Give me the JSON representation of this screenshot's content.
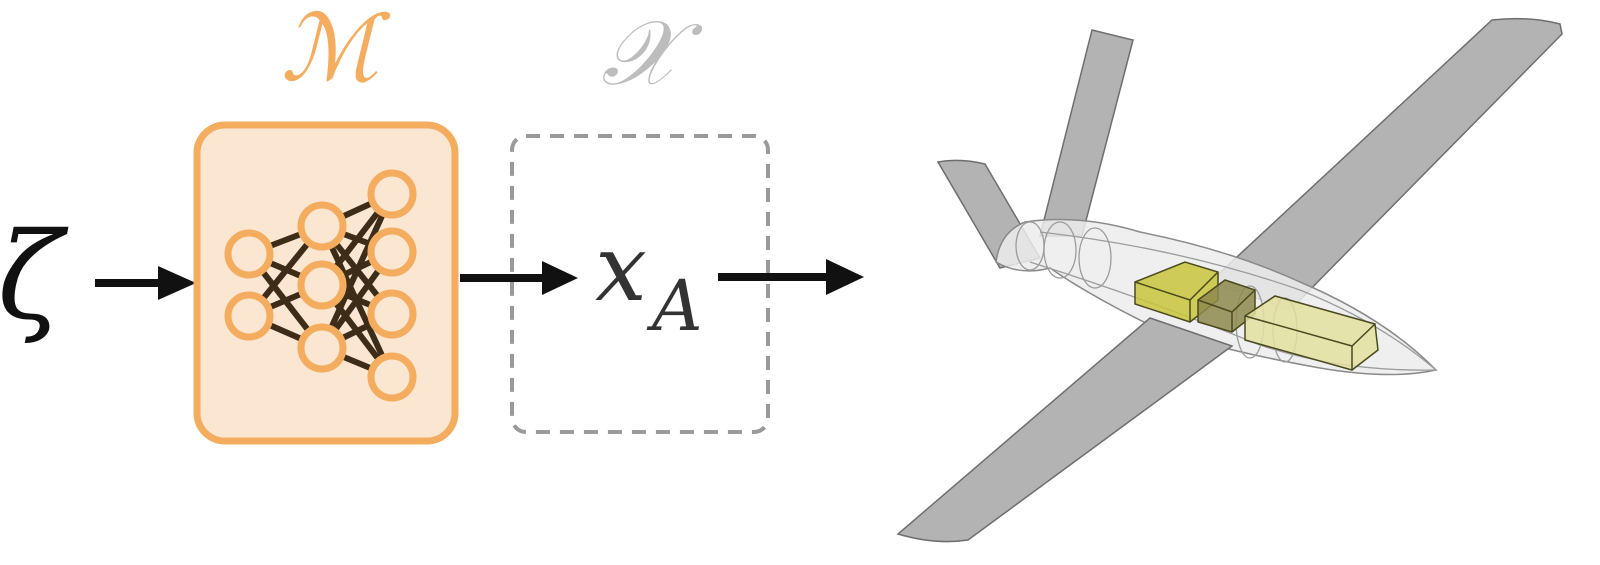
{
  "labels": {
    "input_symbol": "ζ",
    "model_symbol": "ℳ",
    "space_symbol": "𝒳",
    "design_base": "x",
    "design_subscript": "A"
  },
  "colors": {
    "model_orange": "#f4ac5f",
    "model_fill": "#fbe6d1",
    "network_edges": "#3d2c18",
    "space_gray": "#bdbdbd",
    "dashed_border": "#9a9a9a",
    "arrow": "#111111",
    "wing_gray": "#b3b3b3",
    "box_yellow": "#c8c43c",
    "box_olive": "#8d8a4e",
    "box_pale": "#e3e0a0"
  },
  "icons": {
    "network": "neural-network-icon",
    "aircraft": "aircraft-icon"
  }
}
